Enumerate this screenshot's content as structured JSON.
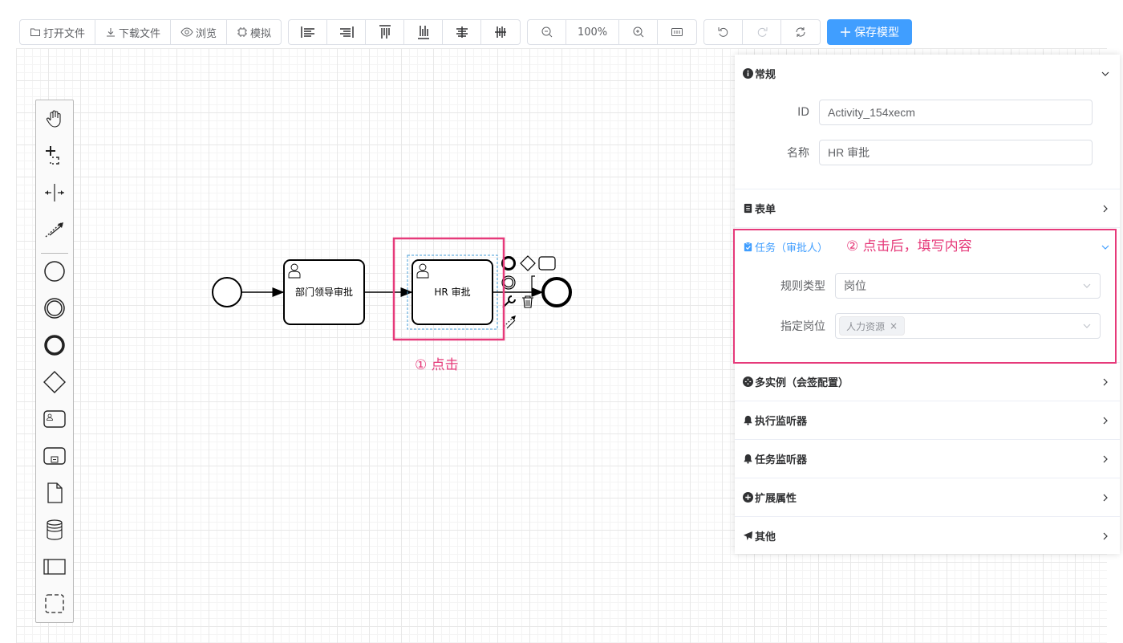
{
  "toolbar": {
    "file_group": [
      {
        "name": "open-file-button",
        "icon": "folder-icon",
        "label": "打开文件"
      },
      {
        "name": "download-file-button",
        "icon": "download-icon",
        "label": "下载文件"
      },
      {
        "name": "preview-button",
        "icon": "eye-icon",
        "label": "浏览"
      },
      {
        "name": "simulate-button",
        "icon": "cpu-icon",
        "label": "模拟"
      }
    ],
    "zoom_level": "100%",
    "save_label": "保存模型",
    "accent": "#409eff"
  },
  "diagram": {
    "task1_label": "部门领导审批",
    "task2_label": "HR 审批",
    "note_click": "① 点击",
    "note_fill": "② 点击后，填写内容",
    "note_color": "#e63a7a"
  },
  "panel": {
    "general": {
      "title": "常规",
      "id_label": "ID",
      "id_value": "Activity_154xecm",
      "name_label": "名称",
      "name_value": "HR 审批"
    },
    "form_title": "表单",
    "task": {
      "title": "任务（审批人）",
      "rule_label": "规则类型",
      "rule_value": "岗位",
      "post_label": "指定岗位",
      "post_tag": "人力资源"
    },
    "multi_instance_title": "多实例（会签配置）",
    "exec_listener_title": "执行监听器",
    "task_listener_title": "任务监听器",
    "ext_props_title": "扩展属性",
    "other_title": "其他"
  }
}
